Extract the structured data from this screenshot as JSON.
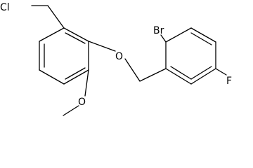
{
  "molecule": {
    "labels": {
      "chlorine": "Cl",
      "oxygen_ether": "O",
      "oxygen_methoxy": "O",
      "bromine": "Br",
      "fluorine": "F"
    }
  }
}
